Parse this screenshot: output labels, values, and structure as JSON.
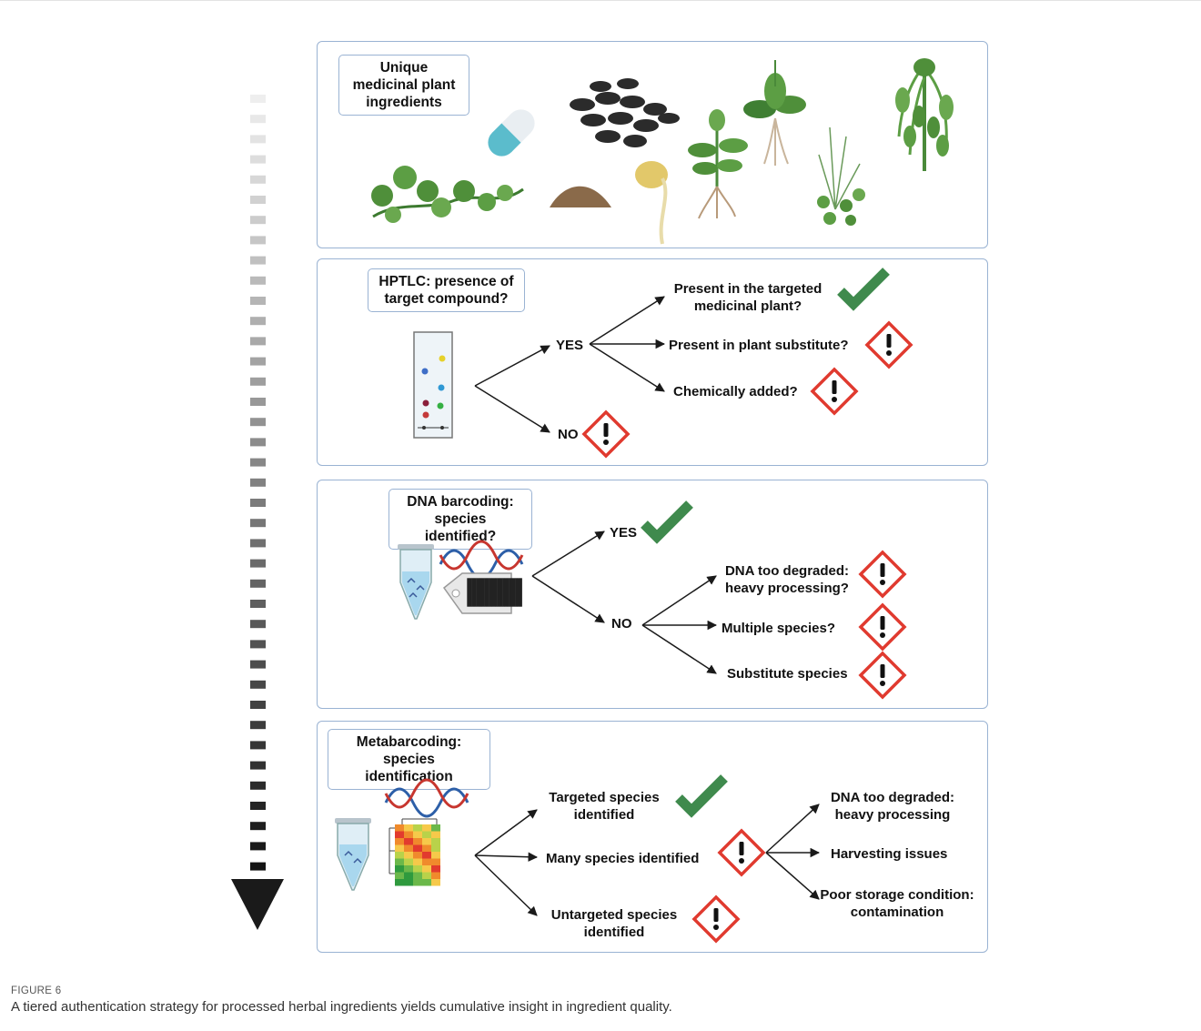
{
  "panels": {
    "ingredients": {
      "tag": "Unique medicinal plant ingredients"
    },
    "hptlc": {
      "tag": "HPTLC: presence of target compound?",
      "yes": "YES",
      "no": "NO",
      "outcomes": [
        "Present in the targeted medicinal plant?",
        "Present in plant substitute?",
        "Chemically added?"
      ]
    },
    "dna": {
      "tag": "DNA barcoding: species identified?",
      "yes": "YES",
      "no": "NO",
      "outcomes": [
        "DNA too degraded: heavy processing?",
        "Multiple species?",
        "Substitute species"
      ]
    },
    "meta": {
      "tag": "Metabarcoding: species identification",
      "outcomes": [
        "Targeted species identified",
        "Many species identified",
        "Untargeted species identified"
      ],
      "causes": [
        "DNA too degraded: heavy processing",
        "Harvesting issues",
        "Poor storage condition: contamination"
      ]
    }
  },
  "caption": {
    "label": "FIGURE 6",
    "text": "A tiered authentication strategy for processed herbal ingredients yields cumulative insight in ingredient quality."
  },
  "colors": {
    "panel_border": "#9ab3d3",
    "check": "#3f8a4d",
    "warning": "#e03a2f",
    "arrow": "#1a1a1a"
  }
}
